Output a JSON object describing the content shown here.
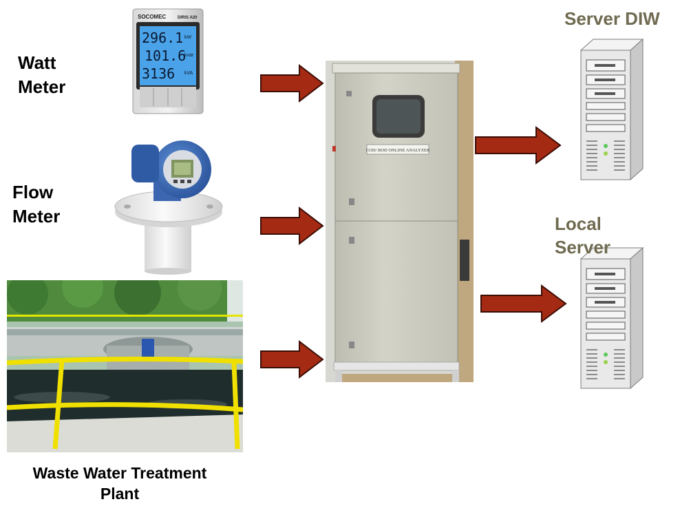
{
  "labels": {
    "watt_meter": [
      "Watt",
      "Meter"
    ],
    "flow_meter": [
      "Flow",
      "Meter"
    ],
    "plant": [
      "Waste Water Treatment",
      "Plant"
    ],
    "server_diw": "Server DIW",
    "local_server": [
      "Local",
      "Server"
    ]
  },
  "devices": {
    "watt_meter": {
      "brand": "SOCOMEC",
      "model": "DIRIS A20",
      "readings": [
        {
          "value": "296.1",
          "unit": "kW"
        },
        {
          "value": "101.6",
          "unit": "kvar"
        },
        {
          "value": "3136",
          "unit": "kVA"
        }
      ]
    },
    "analyzer": {
      "plate": "COD/ BOD ONLINE ANALYZER"
    }
  },
  "colors": {
    "arrow": "#a52a14",
    "arrow_stroke": "#3a0d05",
    "olive_text": "#6f6a50",
    "cabinet": "#cfcfc3",
    "server_body": "#e9e9e9",
    "lcd": "#4aa3e8"
  }
}
